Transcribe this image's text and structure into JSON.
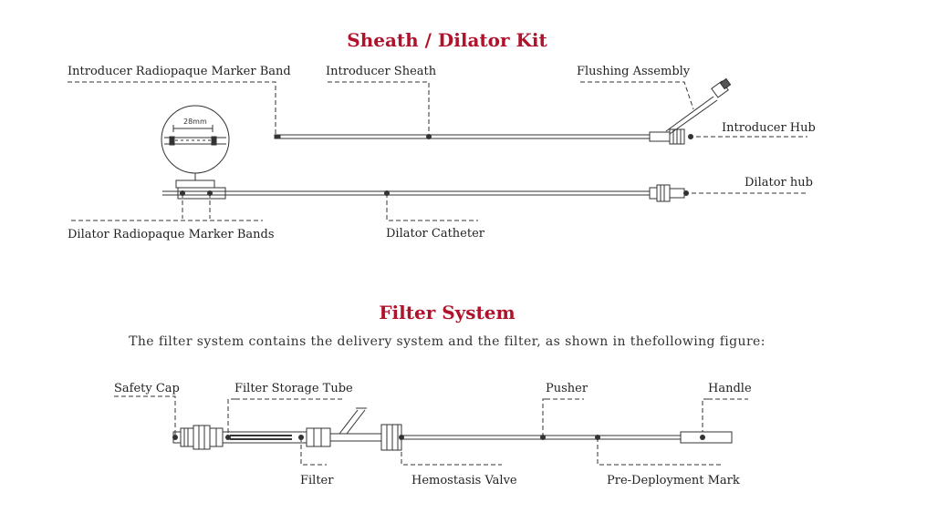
{
  "sheath_kit": {
    "title": "Sheath / Dilator Kit",
    "labels": {
      "introducer_marker_band": "Introducer Radiopaque Marker Band",
      "introducer_sheath": "Introducer Sheath",
      "flushing_assembly": "Flushing Assembly",
      "introducer_hub": "Introducer Hub",
      "dilator_hub": "Dilator hub",
      "dilator_marker_bands": "Dilator Radiopaque Marker Bands",
      "dilator_catheter": "Dilator Catheter",
      "magnifier_measure": "28mm"
    }
  },
  "filter_system": {
    "title": "Filter System",
    "description": "The filter system contains the delivery system and the filter, as shown in thefollowing figure:",
    "labels": {
      "safety_cap": "Safety Cap",
      "filter_storage_tube": "Filter Storage Tube",
      "pusher": "Pusher",
      "handle": "Handle",
      "filter": "Filter",
      "hemostasis_valve": "Hemostasis Valve",
      "pre_deployment_mark": "Pre-Deployment Mark"
    }
  },
  "colors": {
    "title": "#b0122c",
    "line": "#333333"
  }
}
